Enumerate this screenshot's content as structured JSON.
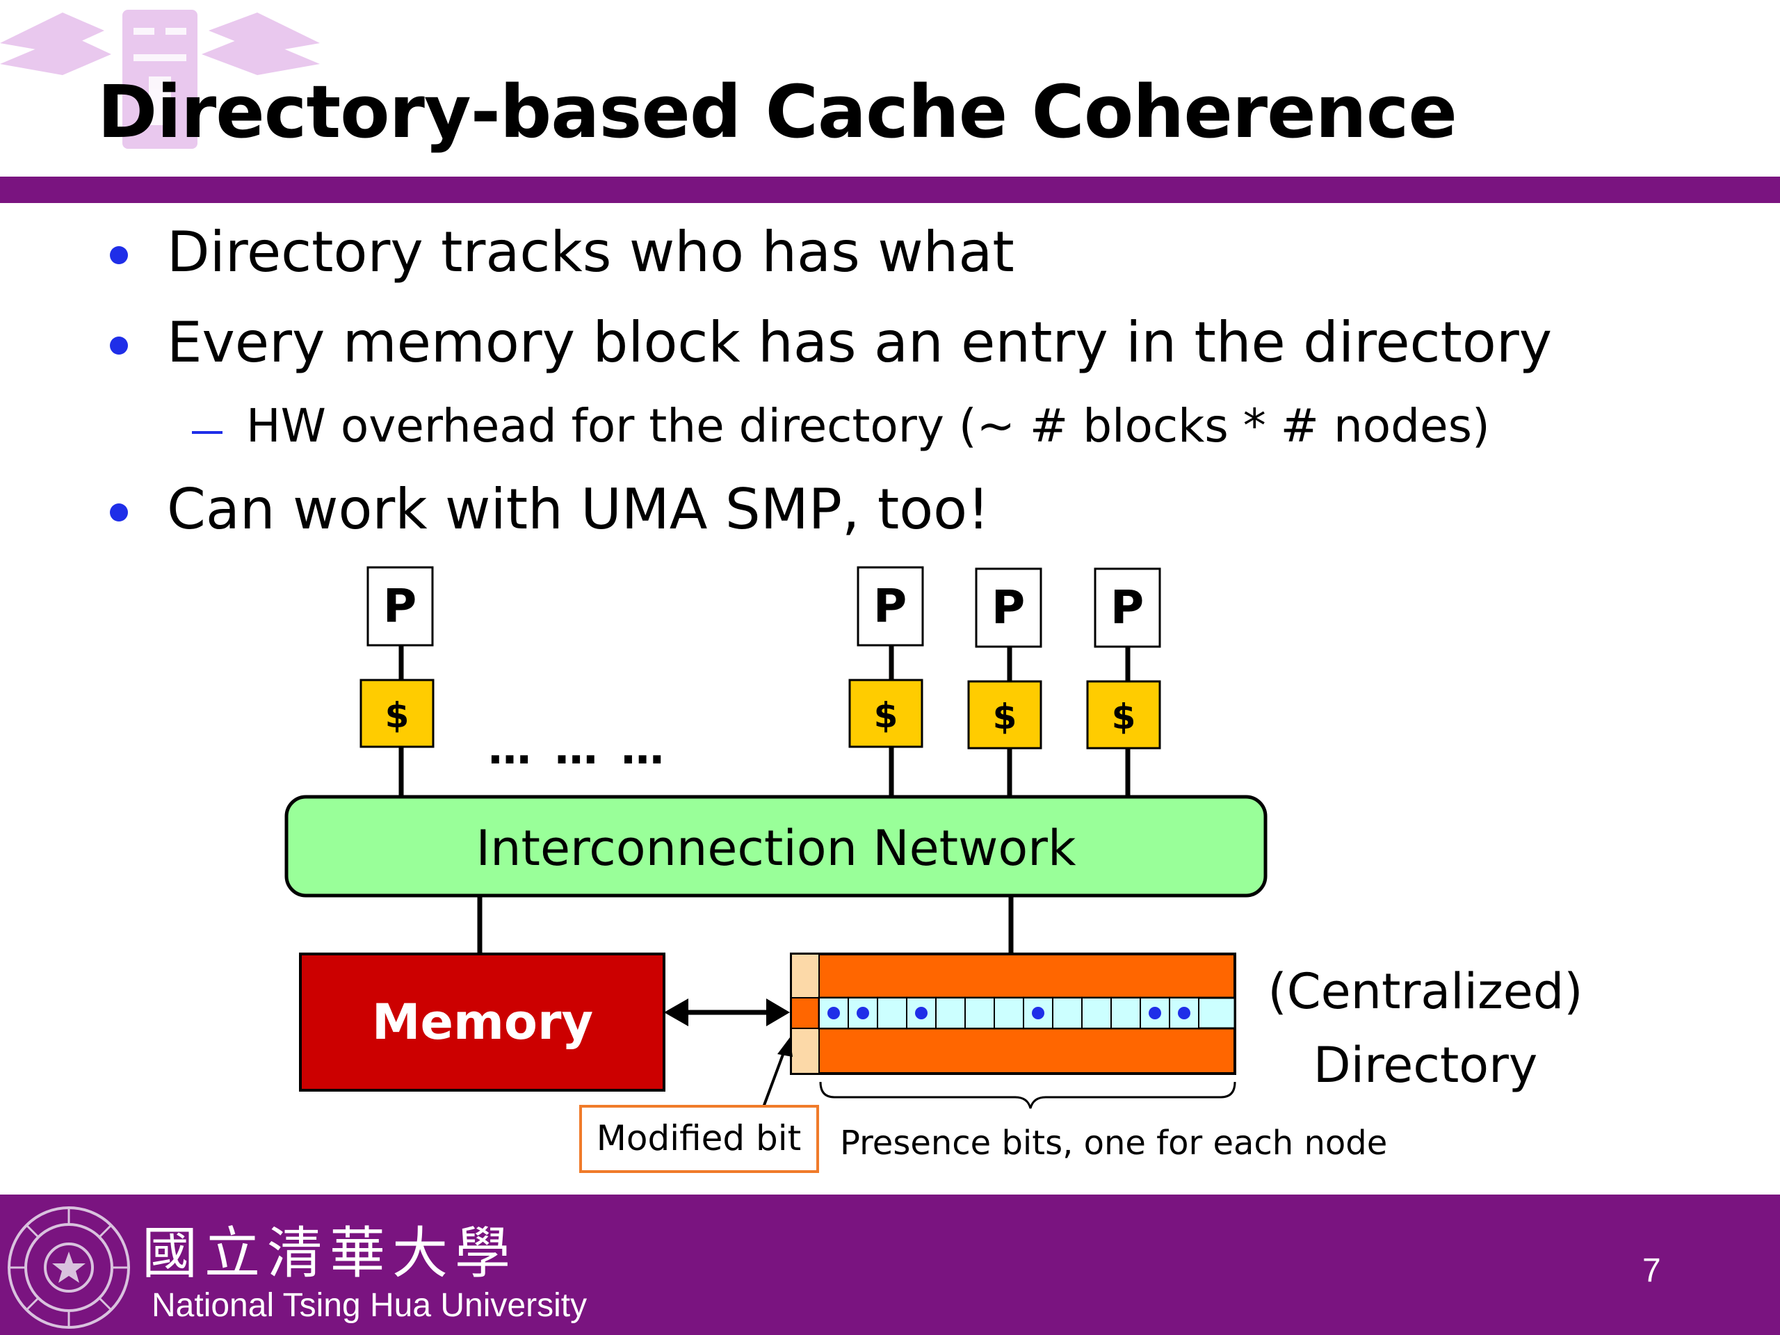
{
  "slide": {
    "title": "Directory-based Cache Coherence",
    "page_number": "7"
  },
  "bullets": [
    {
      "text": "Directory tracks who has what",
      "level": 1
    },
    {
      "text": "Every memory block has an entry in the directory",
      "level": 1
    },
    {
      "text": "HW overhead for the directory (~ # blocks * # nodes)",
      "level": 2
    },
    {
      "text": "Can work with UMA SMP, too!",
      "level": 1
    }
  ],
  "diagram": {
    "processor_label": "P",
    "cache_label": "$",
    "ellipsis": "… … …",
    "network_label": "Interconnection Network",
    "memory_label": "Memory",
    "directory_label_line1": "(Centralized)",
    "directory_label_line2": "Directory",
    "modified_bit_label": "Modified bit",
    "presence_bits_label": "Presence bits, one for each node",
    "presence_bits_set": [
      1,
      1,
      0,
      1,
      0,
      0,
      0,
      1,
      0,
      0,
      0,
      1,
      1
    ],
    "colors": {
      "cache": "#ffcc00",
      "network": "#99ff99",
      "memory": "#cc0000",
      "directory": "#ff6600",
      "directory_row": "#ccffff",
      "modified_col": "#fcd9a8",
      "presence_dot": "#1f2ee8",
      "callout_border": "#f07b2a"
    }
  },
  "footer": {
    "university_cn": "國立清華大學",
    "university_en": "National Tsing Hua University"
  },
  "theme": {
    "accent": "#7a1480",
    "bullet": "#1f2ee8"
  }
}
